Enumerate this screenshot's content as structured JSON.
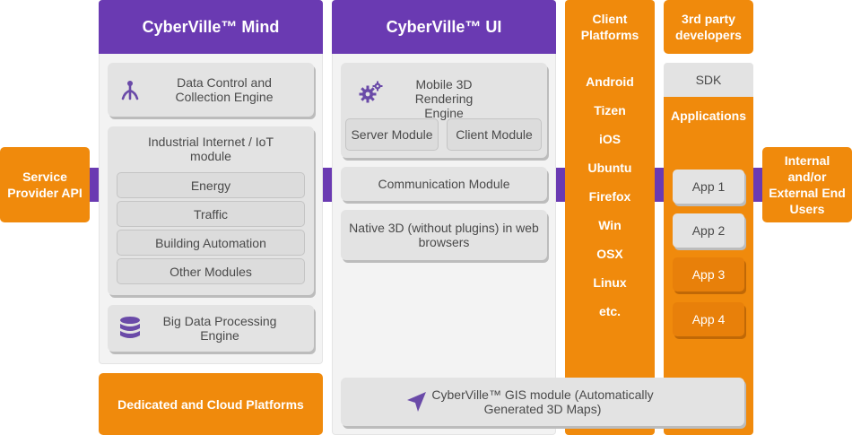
{
  "left_api": {
    "label": "Service Provider API"
  },
  "right_users": {
    "label": "Internal and/or External End Users"
  },
  "mind": {
    "title": "CyberVille™ Mind",
    "data_control": {
      "icon": "network-tree-icon",
      "label": "Data Control and Collection Engine"
    },
    "iot": {
      "title": "Industrial Internet / IoT module",
      "modules": [
        "Energy",
        "Traffic",
        "Building Automation",
        "Other Modules"
      ]
    },
    "big_data": {
      "icon": "database-icon",
      "label": "Big Data Processing Engine"
    }
  },
  "dedicated": {
    "label": "Dedicated and Cloud Platforms"
  },
  "ui": {
    "title": "CyberVille™ UI",
    "rendering": {
      "icon": "gears-icon",
      "label": "Mobile 3D Rendering Engine"
    },
    "server_module": "Server Module",
    "client_module": "Client Module",
    "communication": "Communication Module",
    "native3d": "Native 3D (without plugins) in web browsers",
    "gis": {
      "icon": "navigation-arrow-icon",
      "label": "CyberVille™ GIS module (Automatically Generated 3D Maps)"
    }
  },
  "client_platforms": {
    "title": "Client Platforms",
    "items": [
      "Android",
      "Tizen",
      "iOS",
      "Ubuntu",
      "Firefox",
      "Win",
      "OSX",
      "Linux",
      "etc."
    ]
  },
  "third_party": {
    "title": "3rd party developers",
    "sdk": "SDK",
    "applications": "Applications",
    "apps": [
      "App 1",
      "App 2",
      "App 3",
      "App 4"
    ]
  },
  "colors": {
    "purple": "#6a3ab2",
    "orange": "#f08a0c",
    "card": "#e3e3e3"
  }
}
